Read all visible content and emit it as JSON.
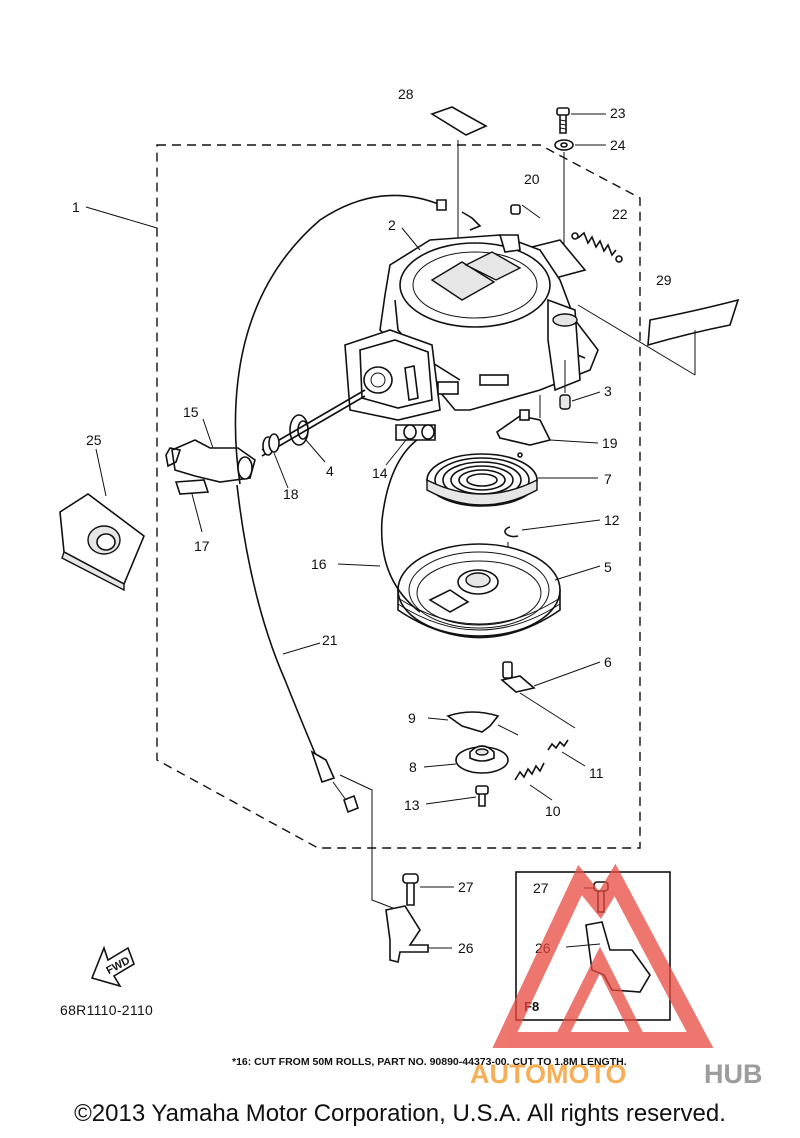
{
  "labels": {
    "l1": "1",
    "l2": "2",
    "l3": "3",
    "l4": "4",
    "l5": "5",
    "l6": "6",
    "l7": "7",
    "l8": "8",
    "l9": "9",
    "l10": "10",
    "l11": "11",
    "l12": "12",
    "l13": "13",
    "l14": "14",
    "l15": "15",
    "l16": "16",
    "l17": "17",
    "l18": "18",
    "l19": "19",
    "l20": "20",
    "l21": "21",
    "l22": "22",
    "l23": "23",
    "l24": "24",
    "l25": "25",
    "l26": "26",
    "l27": "27",
    "l28": "28",
    "l29": "29",
    "inset_l27": "27",
    "inset_l26": "26",
    "inset_code": "F8"
  },
  "fwd_label": "FWD",
  "part_code": "68R1110-2110",
  "footnote": "*16: CUT FROM 50M ROLLS, PART NO. 90890-44373-00. CUT TO 1.8M LENGTH.",
  "watermark": {
    "brand_left": "AUTOMOTO",
    "brand_right": "HUB",
    "color_red": "#e84a3f",
    "color_grey": "#8c8c8c",
    "color_orange": "#f39c2d"
  },
  "copyright": "©2013 Yamaha Motor Corporation, U.S.A. All rights reserved."
}
